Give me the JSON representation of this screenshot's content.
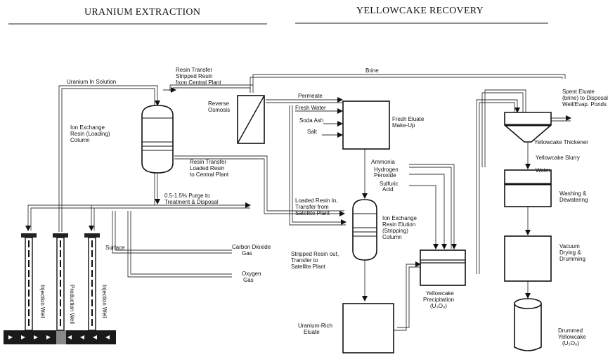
{
  "headers": {
    "left": "URANIUM EXTRACTION",
    "right": "YELLOWCAKE RECOVERY"
  },
  "labels": {
    "uranium_in_solution": "Uranium In Solution",
    "resin_transfer_stripped_1": "Resin Transfer",
    "resin_transfer_stripped_2": "Stripped Resin",
    "resin_transfer_stripped_3": "from Central Plant",
    "brine": "Brine",
    "reverse_osmosis_1": "Reverse",
    "reverse_osmosis_2": "Osmosis",
    "permeate": "Permeate",
    "fresh_water": "Fresh Water",
    "soda_ash": "Soda Ash",
    "salt": "Salt",
    "fresh_eluate_1": "Fresh Eluate",
    "fresh_eluate_2": "Make-Up",
    "ion_exchange_loading_1": "Ion Exchange",
    "ion_exchange_loading_2": "Resin (Loading)",
    "ion_exchange_loading_3": "Column",
    "resin_transfer_loaded_1": "Resin Transfer",
    "resin_transfer_loaded_2": "Loaded Resin",
    "resin_transfer_loaded_3": "to Central Plant",
    "purge_1": "0.5-1.5% Purge to",
    "purge_2": "Treatment & Disposal",
    "ammonia": "Ammonia",
    "hydrogen_peroxide_1": "Hydrogen",
    "hydrogen_peroxide_2": "Peroxide",
    "sulfuric_acid_1": "Sulfuric",
    "sulfuric_acid_2": "Acid",
    "loaded_resin_in_1": "Loaded Resin In,",
    "loaded_resin_in_2": "Transfer from",
    "loaded_resin_in_3": "Satellite Plant",
    "ion_exchange_elution_1": "Ion Exchange",
    "ion_exchange_elution_2": "Resin Elution",
    "ion_exchange_elution_3": "(Stripping)",
    "ion_exchange_elution_4": "Column",
    "surface": "Surface",
    "carbon_dioxide_1": "Carbon Dioxide",
    "carbon_dioxide_2": "Gas",
    "oxygen_1": "Oxygen",
    "oxygen_2": "Gas",
    "stripped_resin_out_1": "Stripped Resin out,",
    "stripped_resin_out_2": "Transfer to",
    "stripped_resin_out_3": "Satellite Plant",
    "uranium_rich_eluate_1": "Uranium-Rich",
    "uranium_rich_eluate_2": "Eluate",
    "yellowcake_precipitation_1": "Yellowcake",
    "yellowcake_precipitation_2": "Precipitation",
    "yellowcake_precipitation_3": "(U₃O₈)",
    "spent_eluate_1": "Spent Eluate",
    "spent_eluate_2": "(brine) to Disposal",
    "spent_eluate_3": "Well/Evap. Ponds",
    "yellowcake_thickener": "Yellowcake Thickener",
    "yellowcake_slurry": "Yellowcake Slurry",
    "water": "Water",
    "washing_1": "Washing &",
    "washing_2": "Dewatering",
    "vacuum_1": "Vacuum",
    "vacuum_2": "Drying &",
    "vacuum_3": "Drumming",
    "drummed_1": "Drummed",
    "drummed_2": "Yellowcake",
    "drummed_3": "(U₃O₈)",
    "injection_well_left": "Injection Well",
    "production_well": "Production Well",
    "injection_well_right": "Injection Well"
  }
}
